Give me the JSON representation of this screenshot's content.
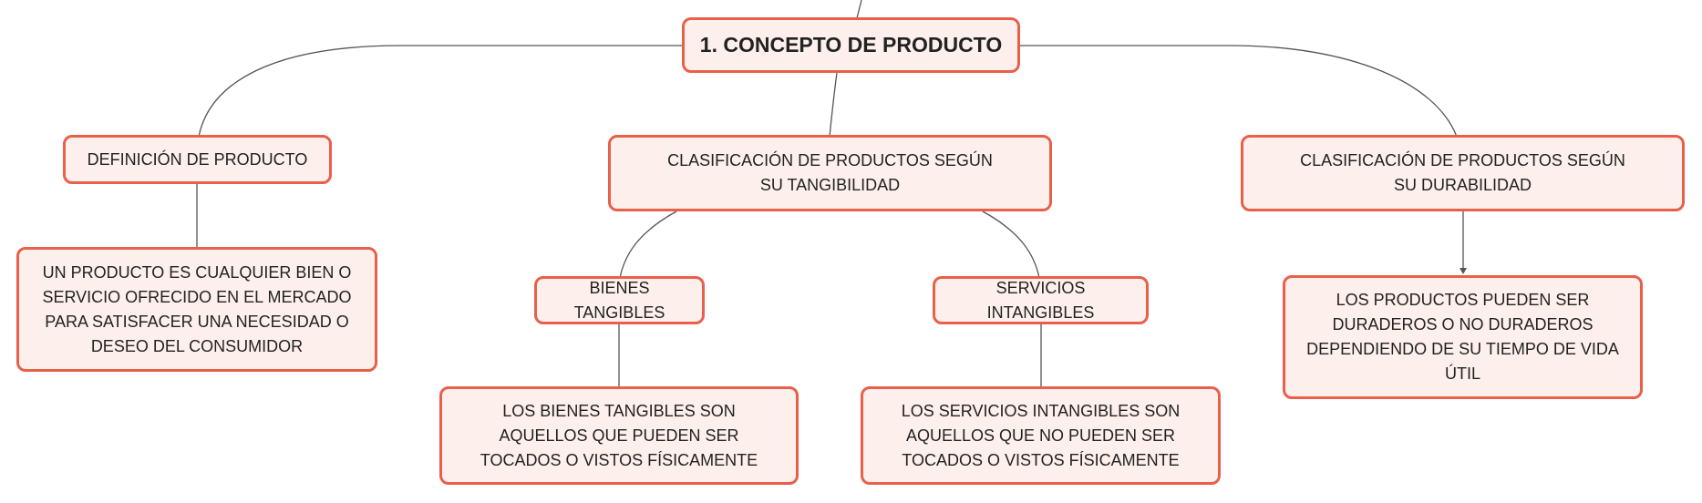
{
  "colors": {
    "border": "#e8604a",
    "fill": "#fdf0ec",
    "line": "#555555"
  },
  "nodes": {
    "root": "1. CONCEPTO DE PRODUCTO",
    "definicion": "DEFINICIÓN DE PRODUCTO",
    "definicion_text": "UN PRODUCTO ES CUALQUIER BIEN O SERVICIO OFRECIDO EN EL MERCADO PARA SATISFACER UNA NECESIDAD O DESEO DEL CONSUMIDOR",
    "tangibilidad": "CLASIFICACIÓN DE PRODUCTOS SEGÚN SU TANGIBILIDAD",
    "bienes": "BIENES TANGIBLES",
    "bienes_text": "LOS BIENES TANGIBLES SON AQUELLOS QUE PUEDEN SER TOCADOS O VISTOS FÍSICAMENTE",
    "servicios": "SERVICIOS INTANGIBLES",
    "servicios_text": "LOS SERVICIOS INTANGIBLES SON AQUELLOS QUE NO PUEDEN SER TOCADOS O VISTOS FÍSICAMENTE",
    "durabilidad": "CLASIFICACIÓN DE PRODUCTOS SEGÚN SU DURABILIDAD",
    "durabilidad_text": "LOS PRODUCTOS PUEDEN SER DURADEROS O NO DURADEROS DEPENDIENDO DE SU TIEMPO DE VIDA ÚTIL"
  }
}
